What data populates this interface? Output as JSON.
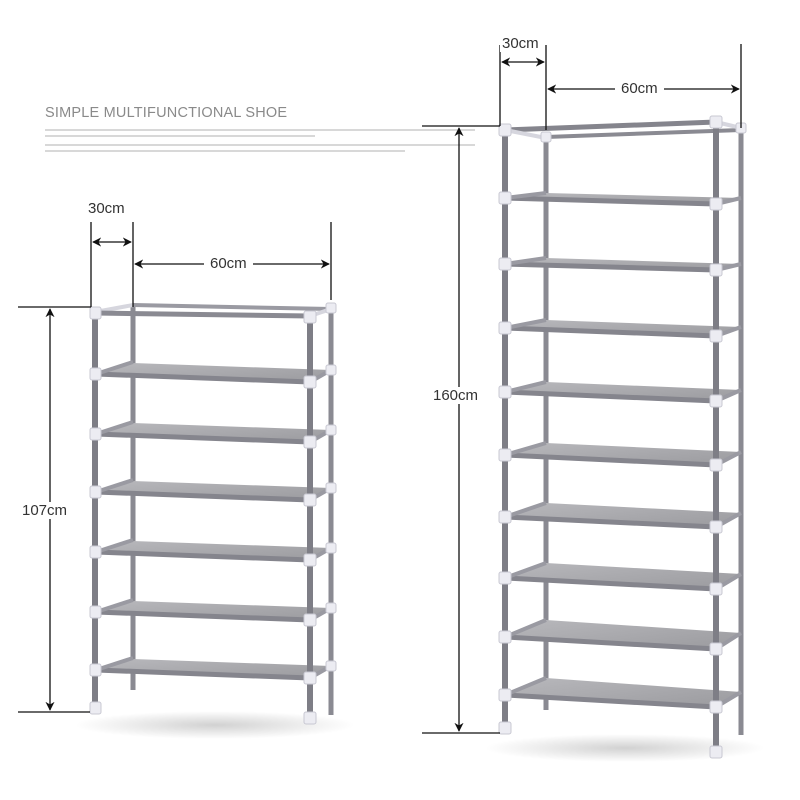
{
  "heading": {
    "title": "SIMPLE MULTIFUNCTIONAL SHOE",
    "fine_print_lines": 4
  },
  "products": [
    {
      "name": "small-rack",
      "tiers": 7,
      "dimensions": {
        "depth": "30cm",
        "width": "60cm",
        "height": "107cm"
      }
    },
    {
      "name": "tall-rack",
      "tiers": 10,
      "dimensions": {
        "depth": "30cm",
        "width": "60cm",
        "height": "160cm"
      }
    }
  ],
  "colors": {
    "background": "#ffffff",
    "tube": "#8e8e96",
    "connector": "#eeeef4",
    "shelf_fabric": "#a6a6aa",
    "dimension_line": "#111111",
    "title_text": "#8a8a8a"
  }
}
